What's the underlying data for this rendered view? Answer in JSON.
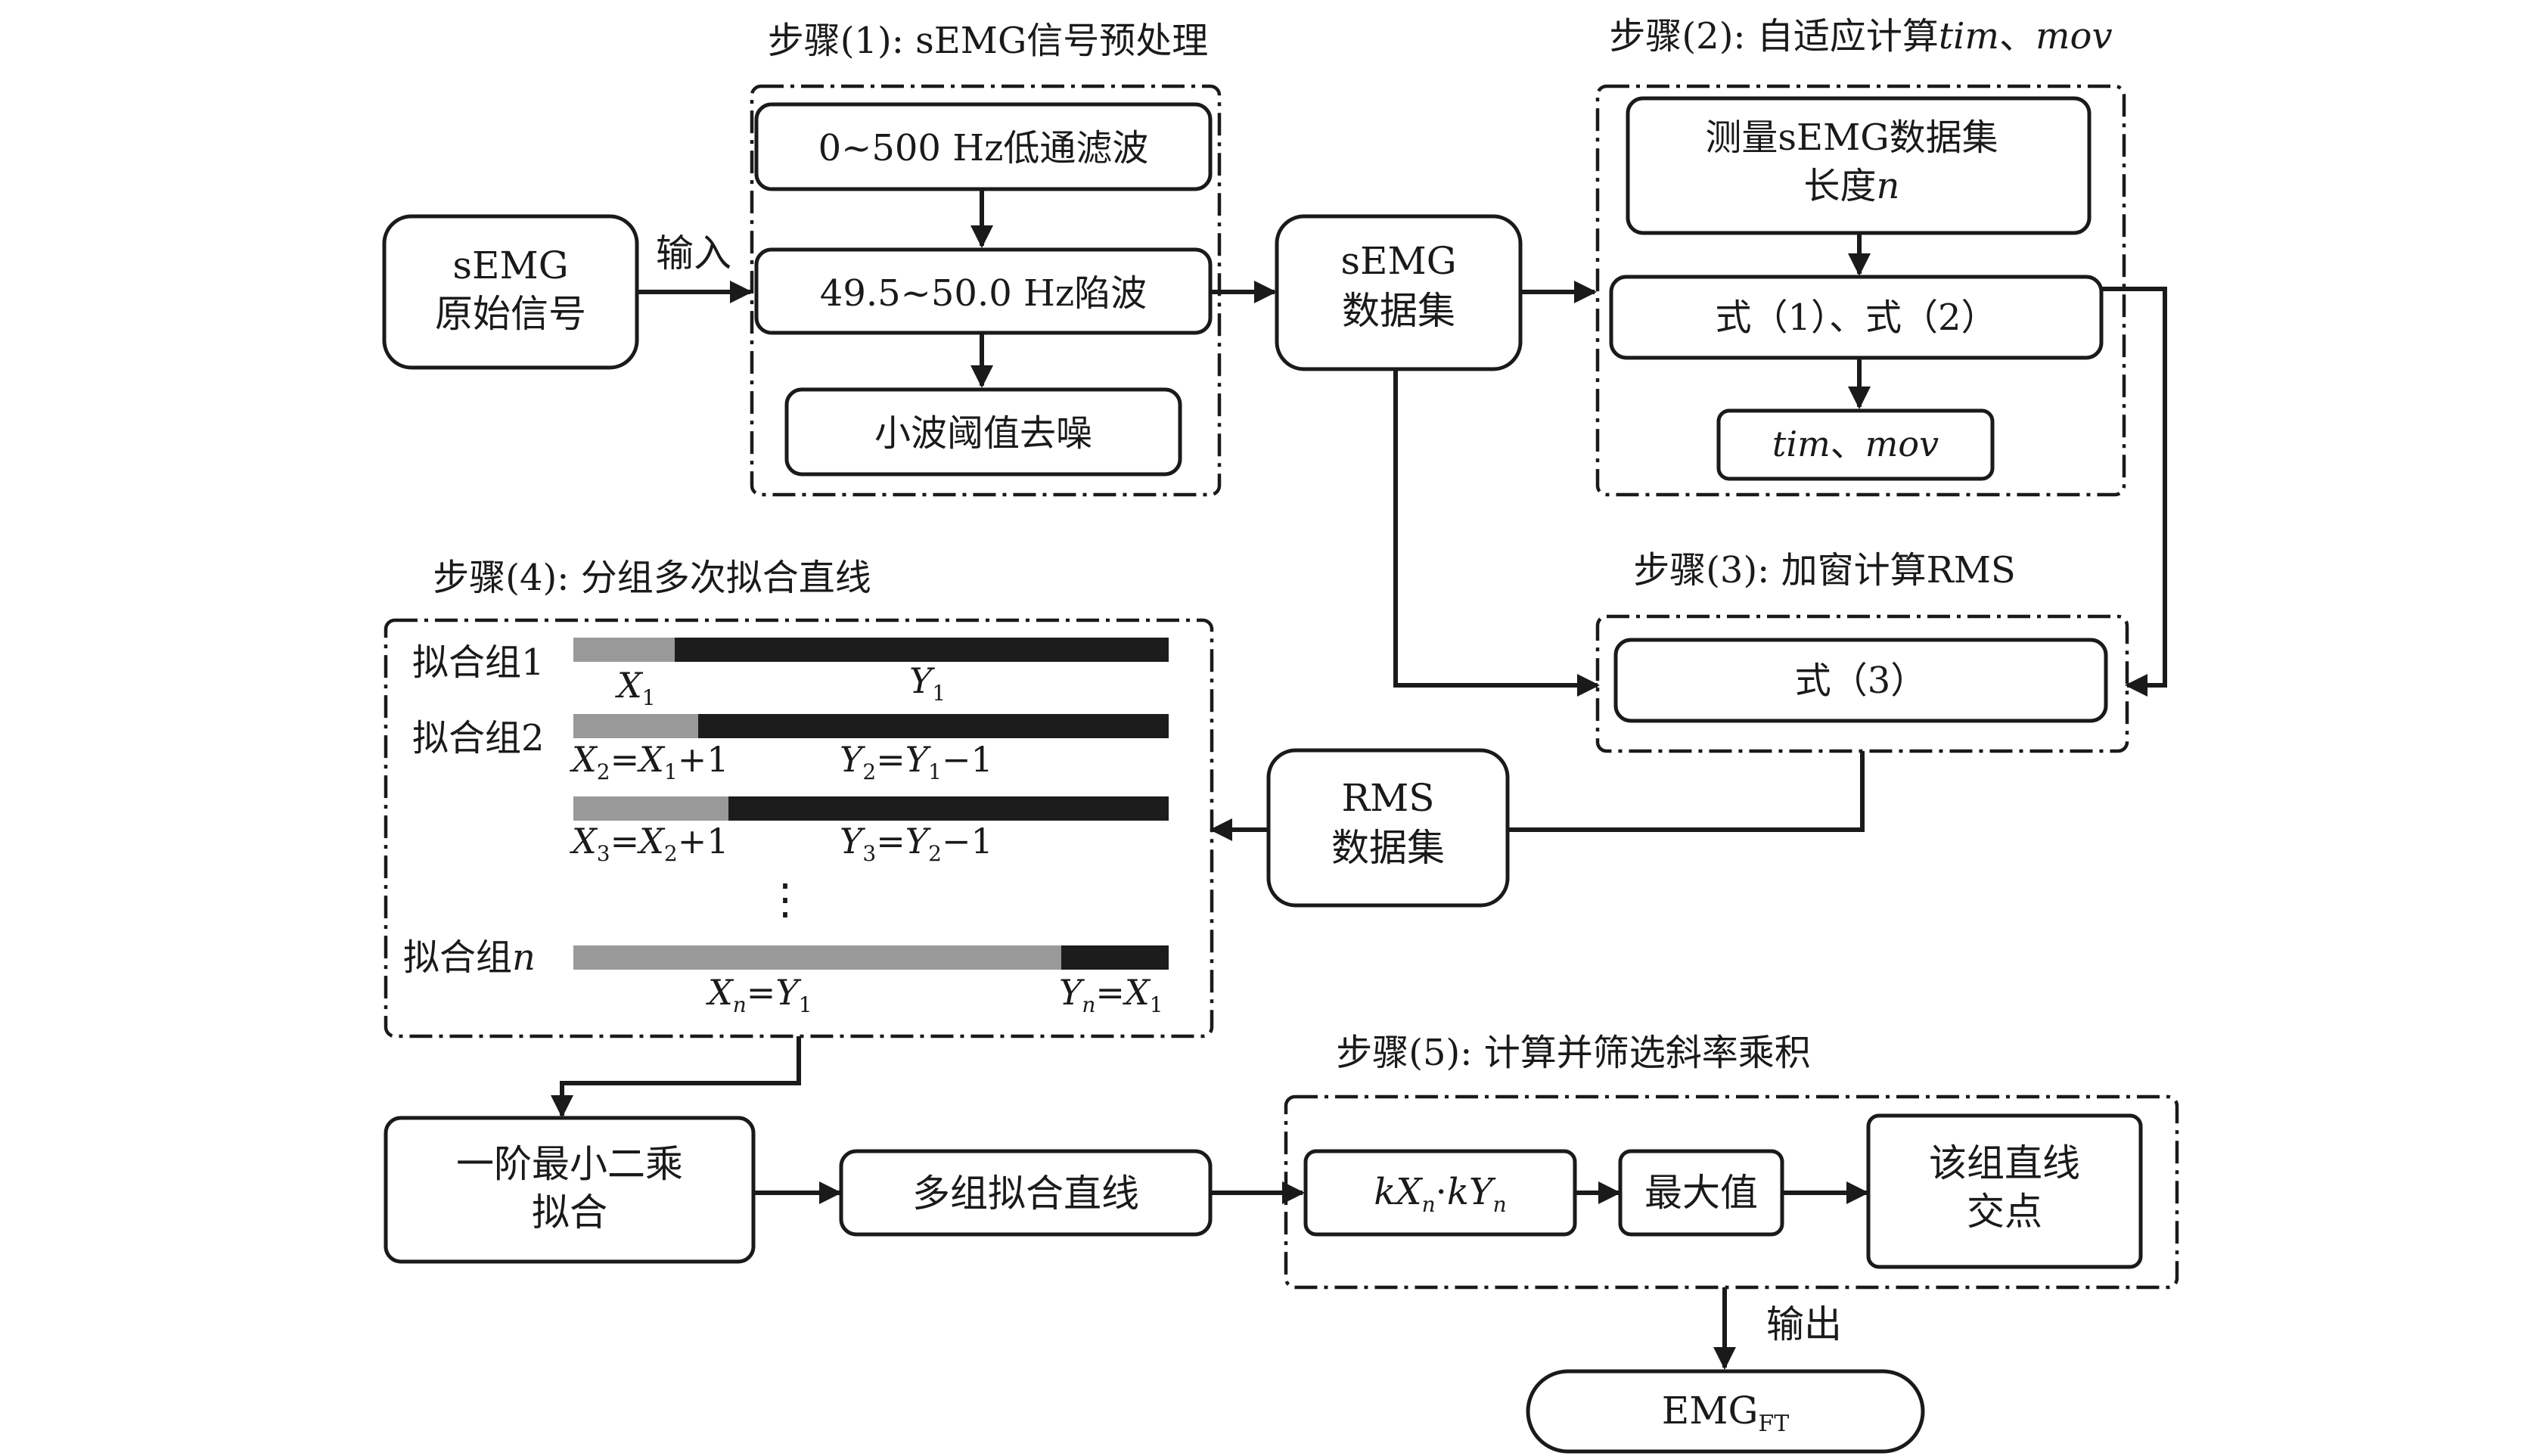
{
  "colors": {
    "ink": "#1a1a1a",
    "bar_dark": "#1c1c1c",
    "bar_light": "#999999"
  },
  "raw_signal": {
    "line1": "sEMG",
    "line2": "原始信号"
  },
  "input_label": "输入",
  "step1": {
    "title": "步骤(1): sEMG信号预处理",
    "lowpass": "0~500 Hz低通滤波",
    "notch": "49.5~50.0 Hz陷波",
    "denoise": "小波阈值去噪"
  },
  "semg_dataset": {
    "line1": "sEMG",
    "line2": "数据集"
  },
  "step2": {
    "title_main": "步骤(2): 自适应计算",
    "title_tim": "tim",
    "title_sep": "、",
    "title_mov": "mov",
    "measure_line1": "测量sEMG数据集",
    "measure_line2_main": "长度",
    "measure_line2_n": "n",
    "formula": "式（1）、式（2）",
    "out_tim": "tim",
    "out_sep": "、",
    "out_mov": "mov"
  },
  "step3": {
    "title": "步骤(3): 加窗计算RMS",
    "formula": "式（3）"
  },
  "rms_dataset": {
    "line1": "RMS",
    "line2": "数据集"
  },
  "step4": {
    "title": "步骤(4): 分组多次拟合直线",
    "group1": "拟合组1",
    "group2": "拟合组2",
    "groupn_main": "拟合组",
    "groupn_n": "n",
    "ellipsis": "⋮",
    "bar1": {
      "fraction": 0.17
    },
    "bar2": {
      "fraction": 0.21
    },
    "bar3": {
      "fraction": 0.26
    },
    "barn": {
      "fraction": 0.82
    }
  },
  "lsq": {
    "line1": "一阶最小二乘",
    "line2": "拟合"
  },
  "multi_lines": "多组拟合直线",
  "step5": {
    "title": "步骤(5): 计算并筛选斜率乘积",
    "max": "最大值",
    "intersection_line1": "该组直线",
    "intersection_line2": "交点"
  },
  "output_label": "输出",
  "emg_ft": {
    "main": "EMG",
    "sub": "FT"
  }
}
